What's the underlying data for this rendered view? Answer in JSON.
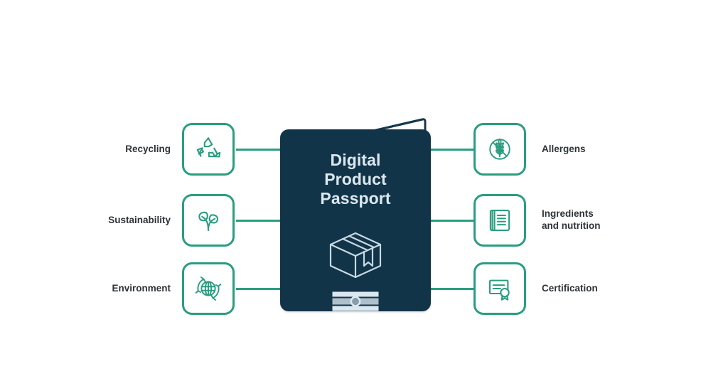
{
  "diagram": {
    "title": "Digital Product Passport diagram",
    "background_color": "#ffffff",
    "accent_color": "#2a9d80",
    "card_color": "#123449",
    "label_color": "#2e3338",
    "card_text_color": "#dce8ef"
  },
  "center": {
    "title_line1": "Digital",
    "title_line2": "Product",
    "title_line3": "Passport",
    "box_icon_name": "package-box-icon",
    "stamp_icon_name": "passport-stamp-icon"
  },
  "left_nodes": [
    {
      "label": "Recycling",
      "icon": "recycling-icon"
    },
    {
      "label": "Sustainability",
      "icon": "sprout-leaf-icon"
    },
    {
      "label": "Environment",
      "icon": "globe-cycle-icon"
    }
  ],
  "right_nodes": [
    {
      "label": "Allergens",
      "icon": "no-wheat-allergen-icon"
    },
    {
      "label_line1": "Ingredients",
      "label_line2": "and nutrition",
      "icon": "notebook-document-icon"
    },
    {
      "label": "Certification",
      "icon": "certificate-seal-icon"
    }
  ]
}
